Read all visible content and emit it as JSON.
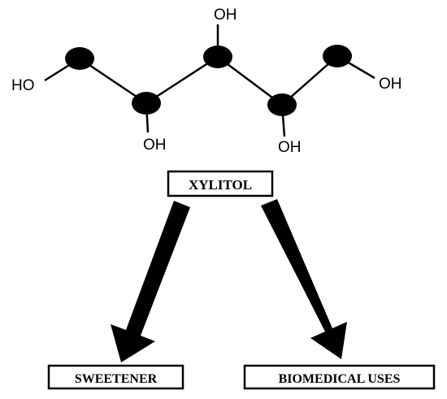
{
  "molecule": {
    "hydroxyl_labels": [
      "HO",
      "OH",
      "OH",
      "OH",
      "OH"
    ]
  },
  "center_label": "XYLITOL",
  "uses": {
    "left": "SWEETENER",
    "right": "BIOMEDICAL USES"
  },
  "colors": {
    "ink": "#000000",
    "background": "#ffffff"
  }
}
